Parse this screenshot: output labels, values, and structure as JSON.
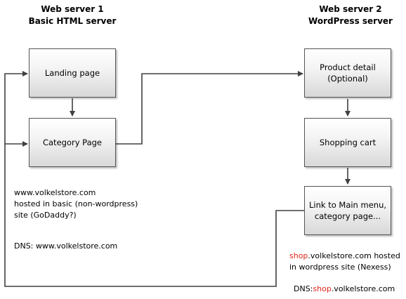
{
  "headings": {
    "server1": {
      "line1": "Web server 1",
      "line2": "Basic HTML server"
    },
    "server2": {
      "line1": "Web server 2",
      "line2": "WordPress server"
    }
  },
  "boxes": {
    "landing": {
      "line1": "Landing page",
      "line2": ""
    },
    "category": {
      "line1": "Category Page",
      "line2": ""
    },
    "product": {
      "line1": "Product detail",
      "line2": "(Optional)"
    },
    "cart": {
      "line1": "Shopping cart",
      "line2": ""
    },
    "link_main": {
      "line1": "Link to Main menu,",
      "line2": "category page..."
    }
  },
  "notes": {
    "server1_info": {
      "line1": "www.volkelstore.com",
      "line2": "hosted in basic (non-wordpress)",
      "line3": "site (GoDaddy?)"
    },
    "server1_dns": "DNS: www.volkelstore.com",
    "server2_info": {
      "line1_red": "shop",
      "line1_rest": ".volkelstore.com hosted",
      "line2": "in wordpress site (Nexess)"
    },
    "server2_dns": {
      "prefix": "DNS:",
      "red": "shop",
      "rest": ".volkelstore.com"
    }
  },
  "colors": {
    "accent_red": "#e0251b",
    "line": "#404040",
    "box_border": "#555555"
  }
}
